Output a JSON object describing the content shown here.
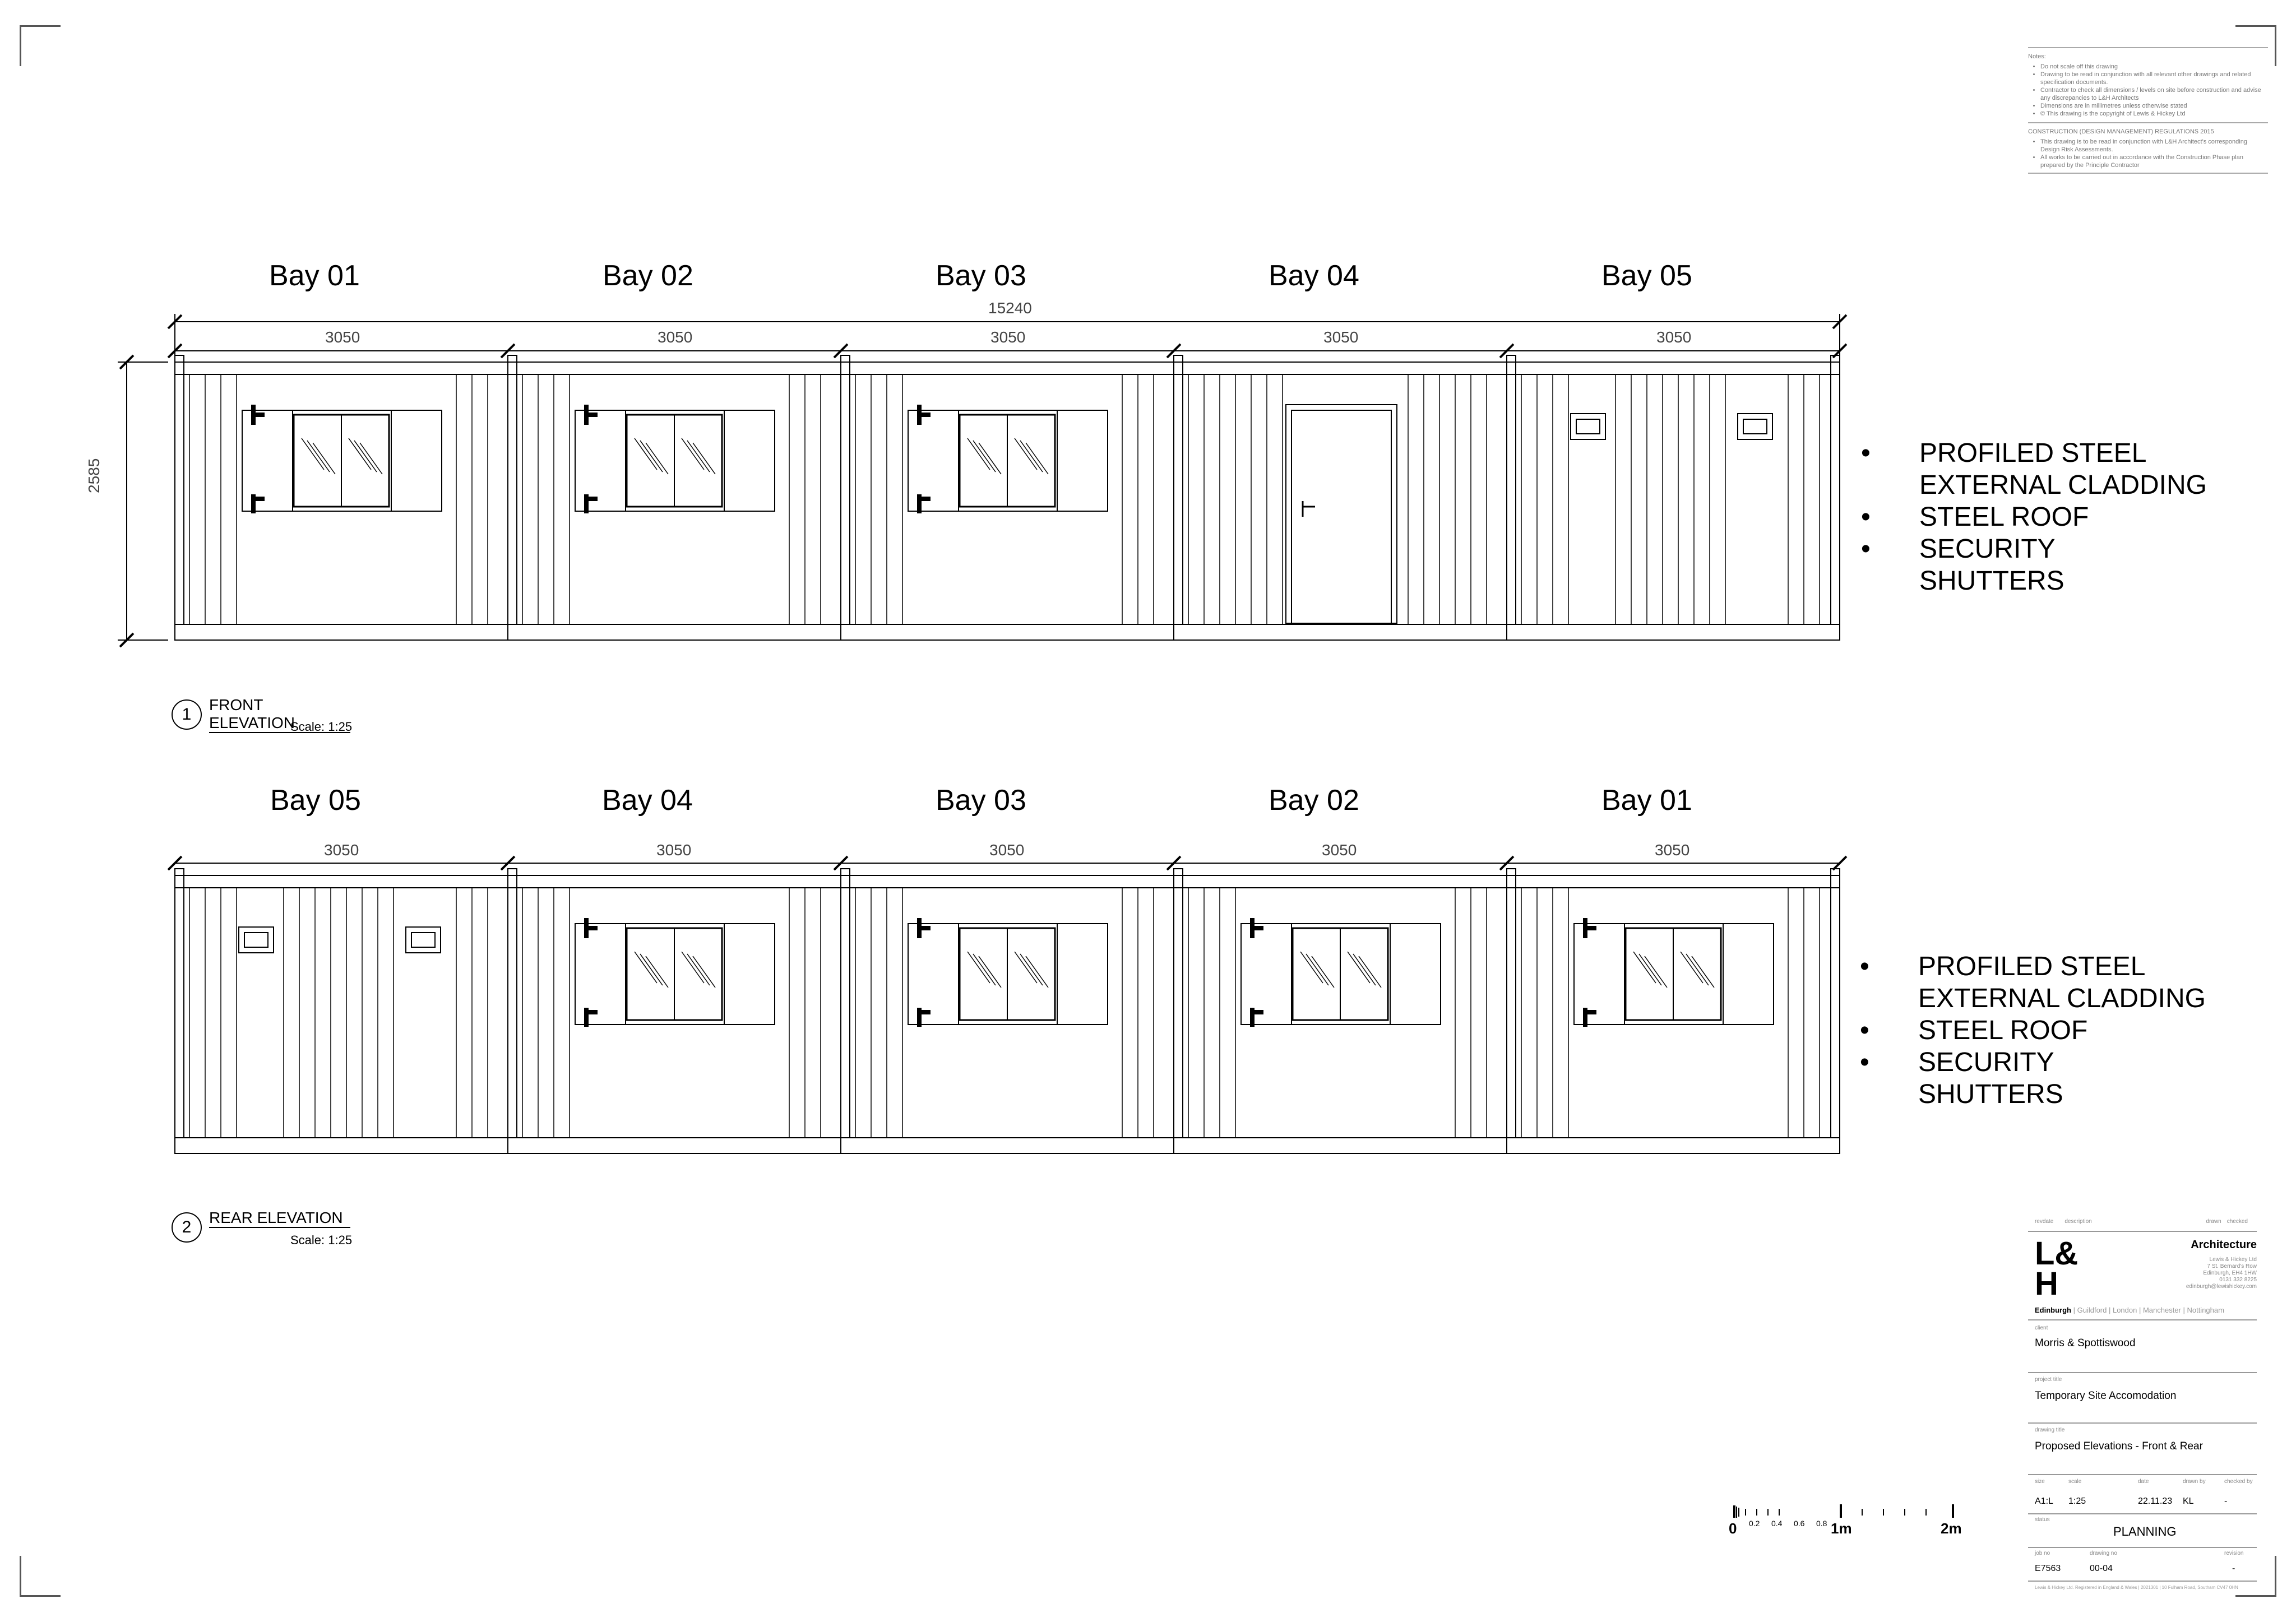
{
  "notes": {
    "heading": "Notes:",
    "items": [
      "Do not scale off this drawing",
      "Drawing to be read in conjunction with all relevant other drawings and related specification documents.",
      "Contractor to check all dimensions / levels on site before construction and advise any discrepancies to L&H Architects",
      "Dimensions are in millimetres unless otherwise stated",
      "© This drawing is the copyright of Lewis & Hickey Ltd"
    ],
    "cdm_heading": "CONSTRUCTION (DESIGN MANAGEMENT) REGULATIONS 2015",
    "cdm_items": [
      "This drawing is to be read in conjunction with L&H Architect's corresponding Design Risk Assessments.",
      "All works to be carried out in accordance with the Construction Phase plan prepared by the Principle Contractor"
    ]
  },
  "front": {
    "bays": [
      "Bay 01",
      "Bay 02",
      "Bay 03",
      "Bay 04",
      "Bay 05"
    ],
    "overall_dim": "15240",
    "bay_dims": [
      "3050",
      "3050",
      "3050",
      "3050",
      "3050"
    ],
    "height_dim": "2585",
    "view_number": "1",
    "view_title": "FRONT ELEVATION",
    "view_scale": "Scale: 1:25"
  },
  "rear": {
    "bays": [
      "Bay 05",
      "Bay 04",
      "Bay 03",
      "Bay 02",
      "Bay 01"
    ],
    "bay_dims": [
      "3050",
      "3050",
      "3050",
      "3050",
      "3050"
    ],
    "view_number": "2",
    "view_title": "REAR ELEVATION",
    "view_scale": "Scale: 1:25"
  },
  "annotations": {
    "bullet": "•",
    "line1": "PROFILED STEEL",
    "line2": "EXTERNAL CLADDING",
    "line3": "STEEL ROOF",
    "line4": "SECURITY",
    "line5": "SHUTTERS"
  },
  "scale_bar": {
    "zero": "0",
    "t02": "0.2",
    "t04": "0.4",
    "t06": "0.6",
    "t08": "0.8",
    "one": "1m",
    "two": "2m"
  },
  "title_block": {
    "rev_labels": [
      "rev",
      "date",
      "description",
      "drawn",
      "checked"
    ],
    "brand": "Architecture",
    "logo_top": "L&",
    "logo_bottom": "H",
    "address": [
      "Lewis & Hickey Ltd",
      "7 St. Bernard's Row",
      "Edinburgh, EH4 1HW",
      "0131 332 8225",
      "edinburgh@lewishickey.com"
    ],
    "offices_active": "Edinburgh",
    "offices_rest": "| Guildford | London | Manchester | Nottingham",
    "client_label": "client",
    "client": "Morris & Spottiswood",
    "project_label": "project title",
    "project": "Temporary Site Accomodation",
    "drawing_label": "drawing title",
    "drawing": "Proposed Elevations - Front & Rear",
    "size_label": "size",
    "size": "A1:L",
    "scale_label": "scale",
    "scale": "1:25",
    "date_label": "date",
    "date": "22.11.23",
    "drawn_label": "drawn by",
    "drawn": "KL",
    "checked_label": "checked by",
    "checked": "-",
    "status_label": "status",
    "status": "PLANNING",
    "job_label": "job no",
    "job": "E7563",
    "drawno_label": "drawing no",
    "drawno": "00-04",
    "revision_label": "revision",
    "revision": "-",
    "footer": "Lewis & Hickey Ltd. Registered in England & Wales | 2021301 | 10 Fulham Road, Southam CV47 0HN"
  }
}
